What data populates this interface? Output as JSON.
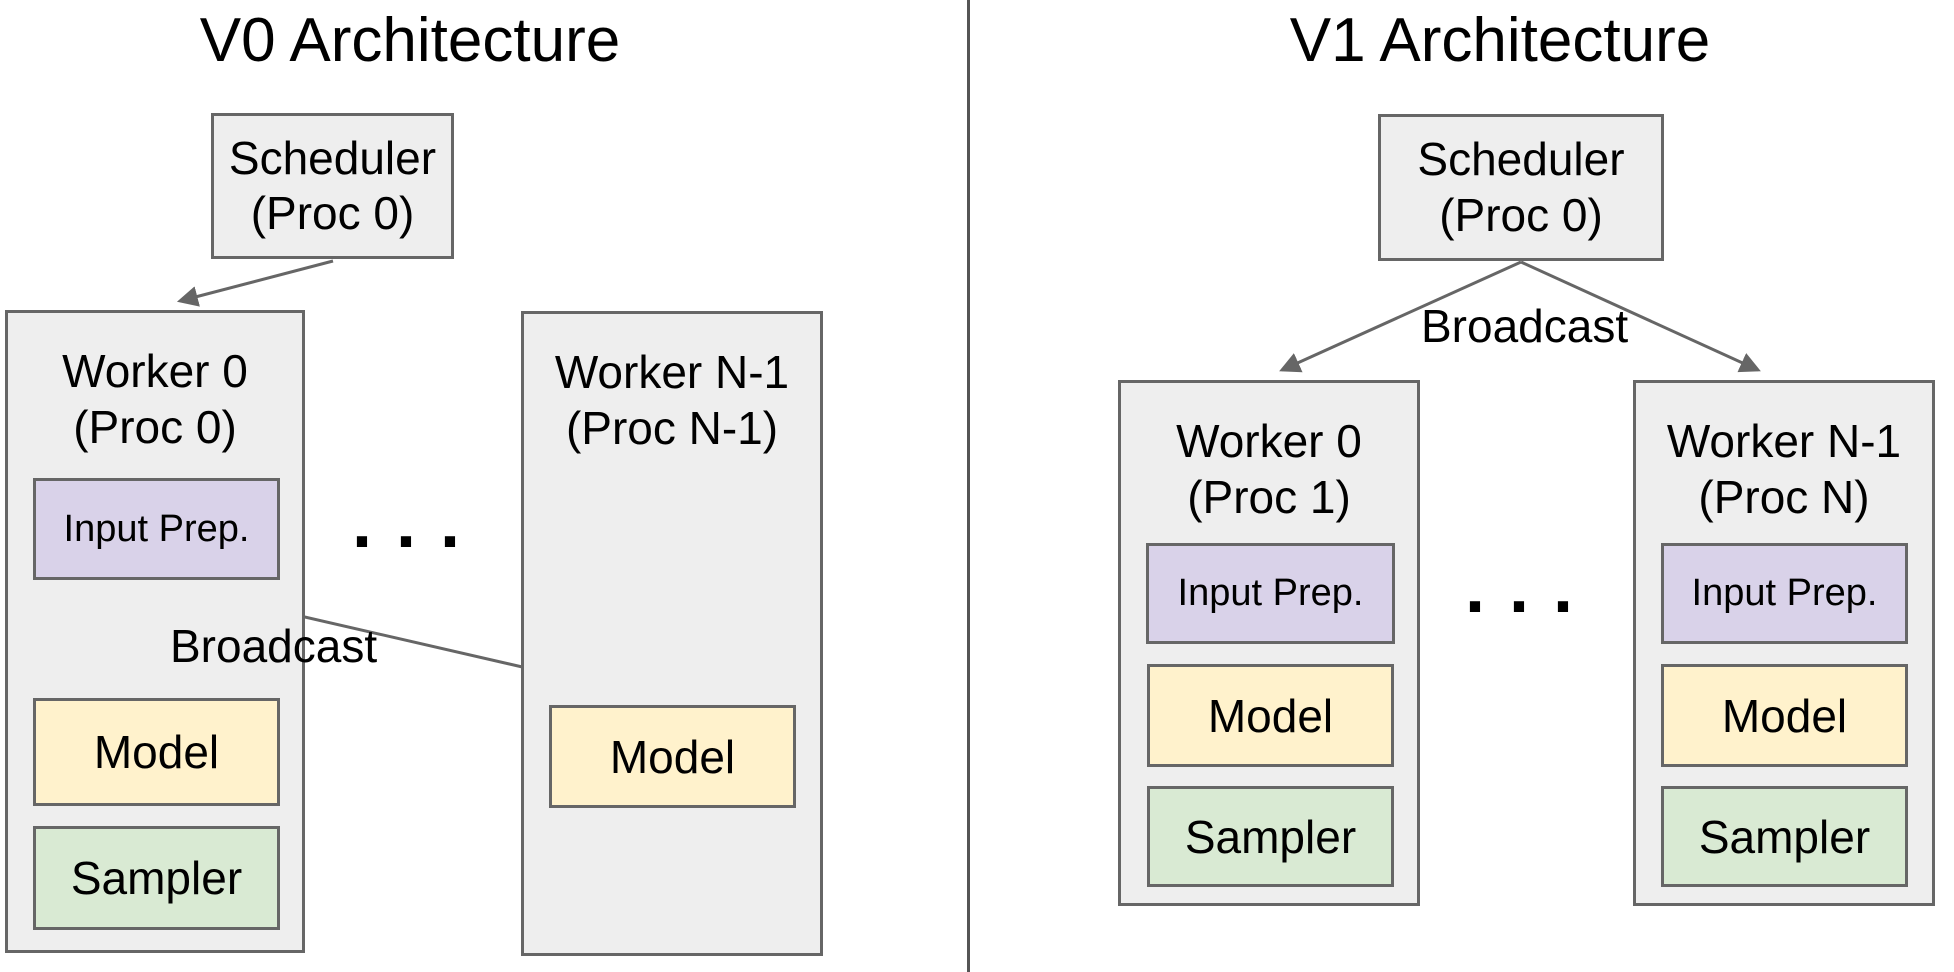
{
  "colors": {
    "background": "#ffffff",
    "box_fill": "#eeeeee",
    "box_border": "#666666",
    "input_prep_fill": "#d9d2e9",
    "model_fill": "#fff2cc",
    "sampler_fill": "#d9ead3",
    "arrow": "#666666",
    "divider": "#555555",
    "text": "#000000"
  },
  "left": {
    "title": "V0 Architecture",
    "scheduler": {
      "line1": "Scheduler",
      "line2": "(Proc 0)"
    },
    "worker0": {
      "line1": "Worker 0",
      "line2": "(Proc 0)",
      "input_prep": "Input Prep.",
      "model": "Model",
      "sampler": "Sampler"
    },
    "worker_n": {
      "line1": "Worker N-1",
      "line2": "(Proc N-1)",
      "model": "Model"
    },
    "broadcast": "Broadcast",
    "ellipsis": "..."
  },
  "right": {
    "title": "V1 Architecture",
    "scheduler": {
      "line1": "Scheduler",
      "line2": "(Proc 0)"
    },
    "broadcast": "Broadcast",
    "worker0": {
      "line1": "Worker 0",
      "line2": "(Proc 1)",
      "input_prep": "Input Prep.",
      "model": "Model",
      "sampler": "Sampler"
    },
    "worker_n": {
      "line1": "Worker N-1",
      "line2": "(Proc N)",
      "input_prep": "Input Prep.",
      "model": "Model",
      "sampler": "Sampler"
    },
    "ellipsis": "..."
  }
}
